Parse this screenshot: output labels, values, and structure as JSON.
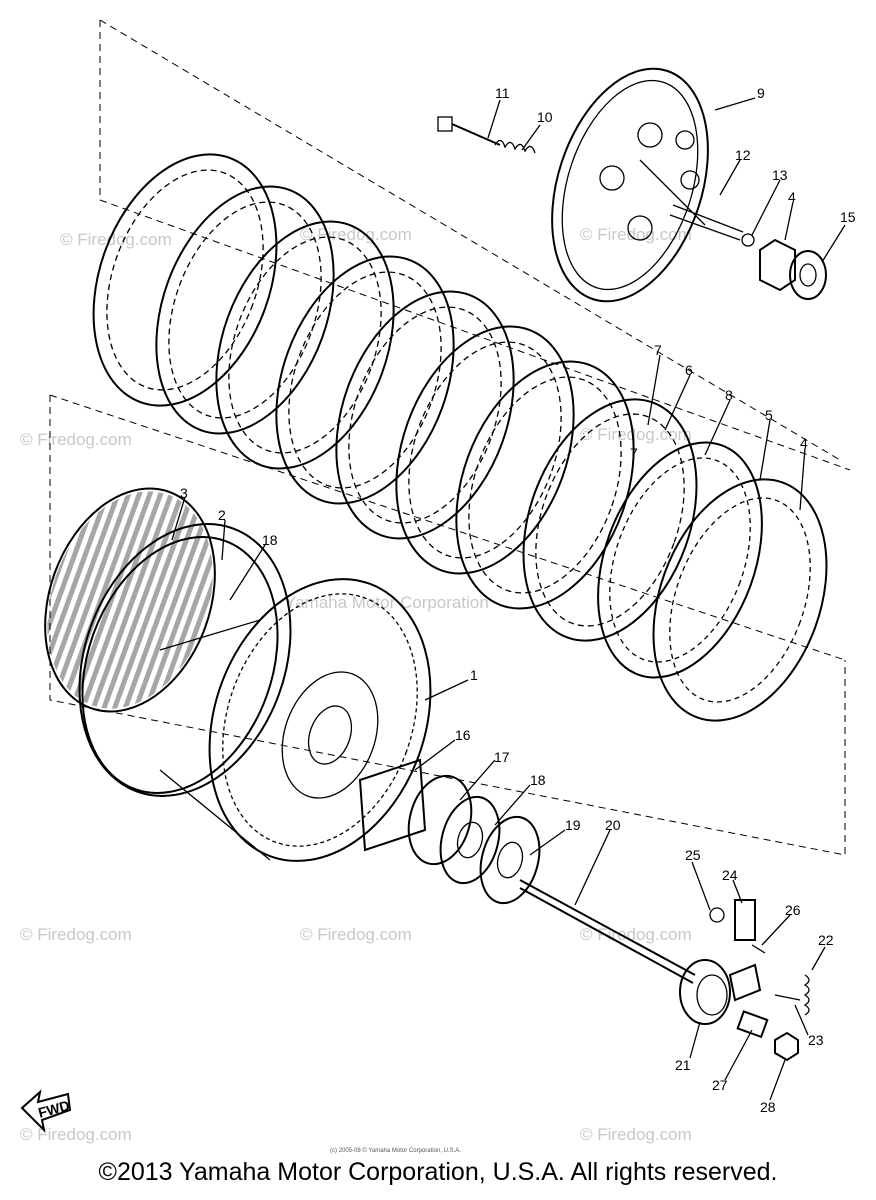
{
  "copyright": "©2013 Yamaha Motor Corporation, U.S.A. All rights reserved.",
  "watermark": "© Firedog.com",
  "watermark_center": "Yamaha Motor Corporation",
  "small_print": "(c) 2005-08 © Yamaha Motor Corporation, U.S.A.",
  "fwd_label": "FWD",
  "callouts": [
    "1",
    "2",
    "3",
    "4",
    "4",
    "5",
    "6",
    "7",
    "7",
    "8",
    "9",
    "10",
    "11",
    "12",
    "13",
    "15",
    "16",
    "17",
    "18",
    "18",
    "19",
    "20",
    "21",
    "22",
    "23",
    "24",
    "25",
    "26",
    "27",
    "28"
  ]
}
